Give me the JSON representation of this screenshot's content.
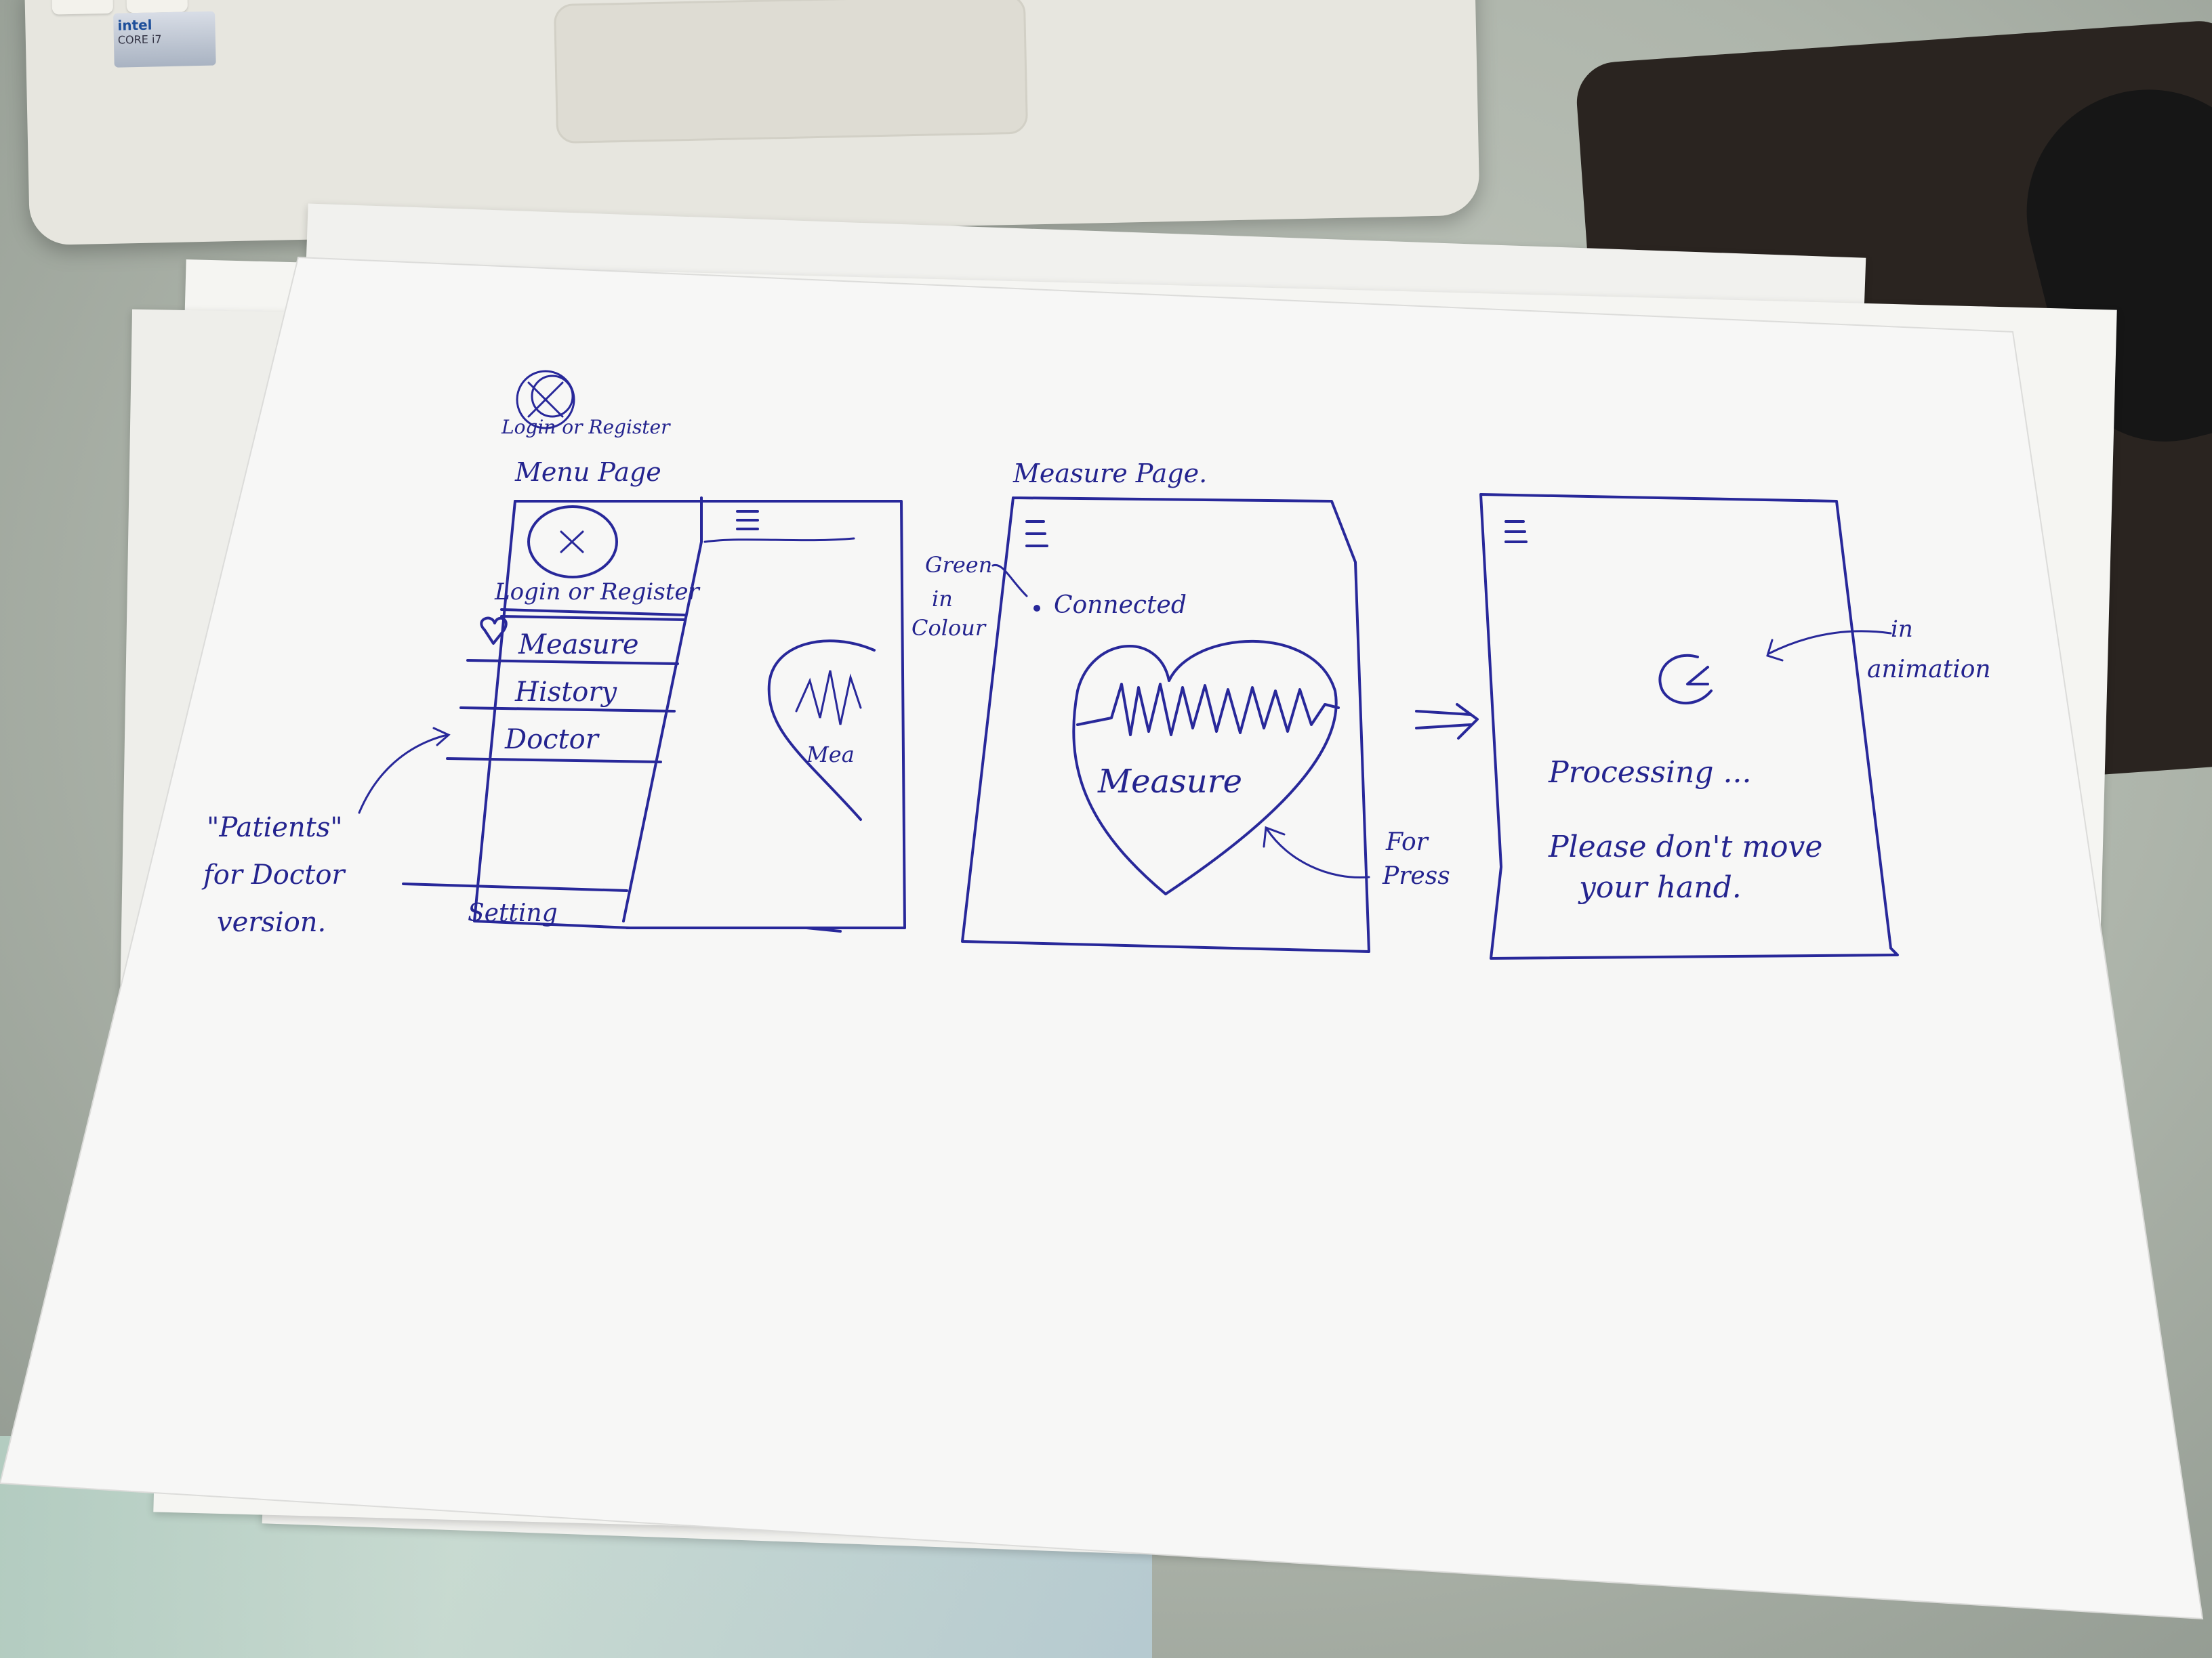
{
  "laptop": {
    "sticker_brand": "intel",
    "sticker_model": "CORE i7"
  },
  "sketch": {
    "menu_page": {
      "title": "Menu Page",
      "scribble_label": "Login or Register",
      "login_label": "Login or Register",
      "items": [
        "Measure",
        "History",
        "Doctor"
      ],
      "setting_label": "Setting",
      "preview_label": "Mea"
    },
    "annotation_patients": {
      "line1": "\"Patients\"",
      "line2": "for Doctor",
      "line3": "version."
    },
    "measure_page": {
      "title": "Measure Page.",
      "status_label": "Connected",
      "heart_label": "Measure"
    },
    "annotation_green": {
      "line1": "Green",
      "line2": "in",
      "line3": "Colour"
    },
    "annotation_press": {
      "line1": "For",
      "line2": "Press"
    },
    "processing_page": {
      "status_label": "Processing ...",
      "message_line1": "Please don't move",
      "message_line2": "your hand."
    },
    "annotation_animation": {
      "line1": "in",
      "line2": "animation"
    },
    "colors": {
      "ink": "#28289a",
      "paper": "#f4f4f2"
    }
  }
}
